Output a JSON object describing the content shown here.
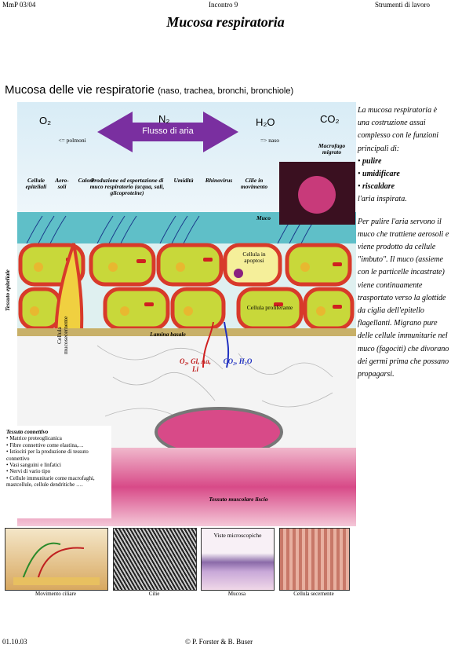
{
  "header": {
    "left": "MmP 03/04",
    "center": "Incontro 9",
    "right": "Strumenti di lavoro"
  },
  "title": "Mucosa respiratoria",
  "section": {
    "heading": "Mucosa delle vie respiratorie",
    "subheading": "(naso, trachea, bronchi, bronchiole)"
  },
  "figure": {
    "gases": {
      "o2": "O₂",
      "n2": "N₂",
      "h2o": "H₂O",
      "co2": "CO₂"
    },
    "airflow_label": "Flusso di aria",
    "to_lungs": "<= polmoni",
    "to_nose": "=> naso",
    "macrophage": "Macrofago migrato",
    "labels": {
      "epithelial_cells": "Cellule epiteliali",
      "aerosols": "Aero-soli",
      "heat": "Calore",
      "mucus_production": "Produzione ed esportazione di muco respiratorio (acqua, sali, glicoproteine)",
      "humidity": "Umidità",
      "rhinovirus": "Rhinovirus",
      "moving_cilia": "Cilie in movimento",
      "mucus": "Muco",
      "apoptosis": "Cellula in apoptosi",
      "proliferating": "Cellula proliferante",
      "goblet": "Cellula mucosecernente",
      "epithelium": "Tessuto epiteliale",
      "basal_lamina": "Lamina basale",
      "influx": "O₂, Gl, Aa, Li",
      "efflux": "CO₂, H₂O",
      "smooth_muscle": "Tessuto muscolare liscio"
    },
    "connective": {
      "title": "Tessuto connettivo",
      "items": [
        "Matrice proteoglicanica",
        "Fibre connettive come elastina,…",
        "Istiociti per la produzione di tessuto connettivo",
        "Vasi sanguini e linfatici",
        "Nervi di vario tipo",
        "Cellule immunitarie come macrofaghi, mastcellule, cellule dendritiche …."
      ]
    },
    "micro_label": "Viste microscopiche"
  },
  "side_text": {
    "p1": "La mucosa respiratoria è una costruzione assai complesso con le funzioni principali di:",
    "bullets": [
      "pulire",
      "umidificare",
      "riscaldare"
    ],
    "p1_end": "l'aria inspirata.",
    "p2": "Per pulire l'aria servono il muco che trattiene aerosoli e viene prodotto da cellule \"imbuto\". Il muco (assieme con le particelle incastrate) viene continuamente trasportato verso la glottide da ciglia dell'epitello flagellanti. Migrano pure delle cellule immunitarie nel muco (fagociti) che divorano dei germi prima che possano propagarsi."
  },
  "captions": [
    "Movimento ciliare",
    "Cilie",
    "Mucosa",
    "Cellula secernente"
  ],
  "footer": {
    "left": "01.10.03",
    "center": "© P. Forster & B. Buser"
  },
  "colors": {
    "airflow": "#7a2fa0",
    "mucus": "#5fbfc8",
    "cell_fill": "#c8d83a",
    "cell_border": "#d83a2a",
    "muscle": "#e8a8c0"
  }
}
